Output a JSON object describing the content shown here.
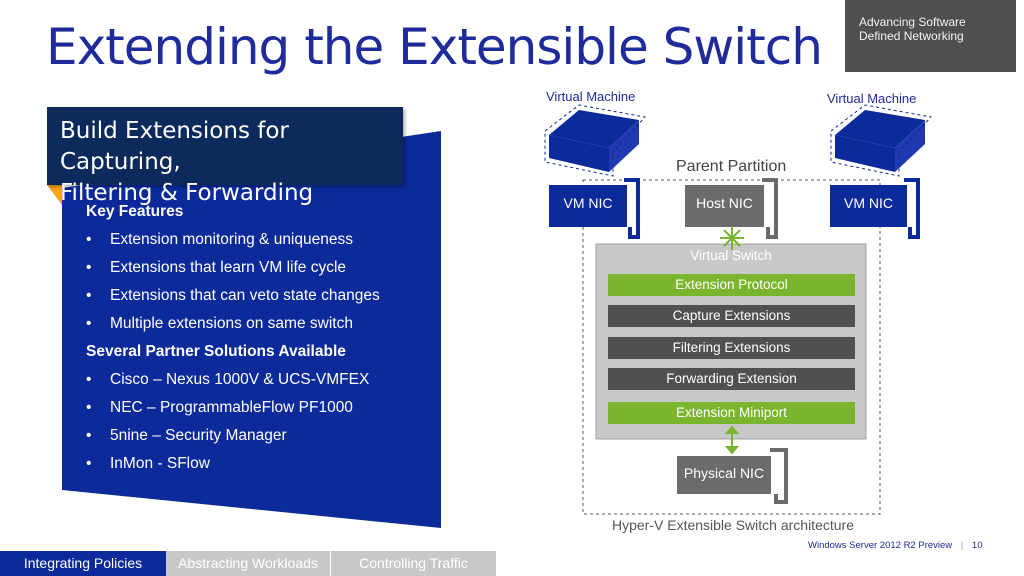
{
  "slide": {
    "title": "Extending the Extensible Switch",
    "corner_label_line1": "Advancing Software",
    "corner_label_line2": "Defined Networking",
    "subtitle_line1": "Build Extensions for Capturing,",
    "subtitle_line2": "Filtering & Forwarding",
    "features": {
      "heading1": "Key Features",
      "items1": [
        "Extension monitoring & uniqueness",
        "Extensions that learn VM life cycle",
        "Extensions that can veto state changes",
        "Multiple extensions on same switch"
      ],
      "heading2": "Several Partner Solutions Available",
      "items2": [
        "Cisco – Nexus 1000V & UCS-VMFEX",
        "NEC – ProgrammableFlow PF1000",
        "5nine – Security Manager",
        "InMon - SFlow"
      ],
      "bullet": "•"
    }
  },
  "diagram": {
    "vm_left_label": "Virtual Machine",
    "vm_right_label": "Virtual Machine",
    "parent_partition_label": "Parent Partition",
    "vm_nic_left": "VM NIC",
    "host_nic": "Host NIC",
    "vm_nic_right": "VM NIC",
    "virtual_switch_label": "Virtual Switch",
    "layers": [
      "Extension Protocol",
      "Capture Extensions",
      "Filtering Extensions",
      "Forwarding Extension",
      "Extension Miniport"
    ],
    "physical_nic": "Physical NIC",
    "caption": "Hyper-V Extensible Switch architecture"
  },
  "footer": {
    "tabs": [
      "Integrating Policies",
      "Abstracting Workloads",
      "Controlling Traffic"
    ],
    "product": "Windows Server 2012 R2 Preview",
    "page_number": "10"
  },
  "colors": {
    "title_blue": "#1f2b9a",
    "panel_blue": "#0c2a9a",
    "subtitle_navy": "#0c2a5c",
    "green": "#7ab52d",
    "dark_gray": "#505050",
    "accent_orange": "#f7a51c"
  }
}
